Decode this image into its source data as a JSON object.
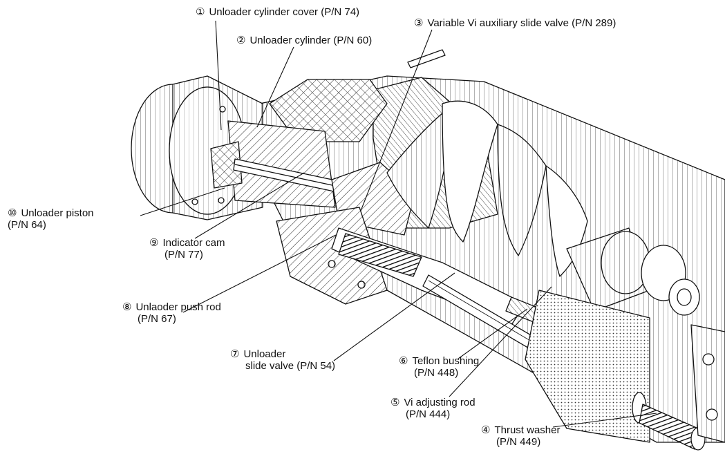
{
  "labels": [
    {
      "id": "c1",
      "num": "①",
      "line1": "Unloader cylinder cover (P/N 74)"
    },
    {
      "id": "c2",
      "num": "②",
      "line1": "Unloader cylinder (P/N 60)"
    },
    {
      "id": "c3",
      "num": "③",
      "line1": "Variable Vi auxiliary slide valve (P/N 289)"
    },
    {
      "id": "c4",
      "num": "④",
      "line1": "Thrust washer",
      "line2": "(P/N 449)"
    },
    {
      "id": "c5",
      "num": "⑤",
      "line1": "Vi adjusting rod",
      "line2": "(P/N 444)"
    },
    {
      "id": "c6",
      "num": "⑥",
      "line1": "Teflon bushing",
      "line2": "(P/N 448)"
    },
    {
      "id": "c7",
      "num": "⑦",
      "line1": "Unloader",
      "line2": "slide valve (P/N 54)"
    },
    {
      "id": "c8",
      "num": "⑧",
      "line1": "Unlaoder push rod",
      "line2": "(P/N 67)"
    },
    {
      "id": "c9",
      "num": "⑨",
      "line1": "Indicator cam",
      "line2": "(P/N 77)"
    },
    {
      "id": "c10",
      "num": "⑩",
      "line1": "Unloader piston",
      "line2": "(P/N 64)"
    }
  ]
}
